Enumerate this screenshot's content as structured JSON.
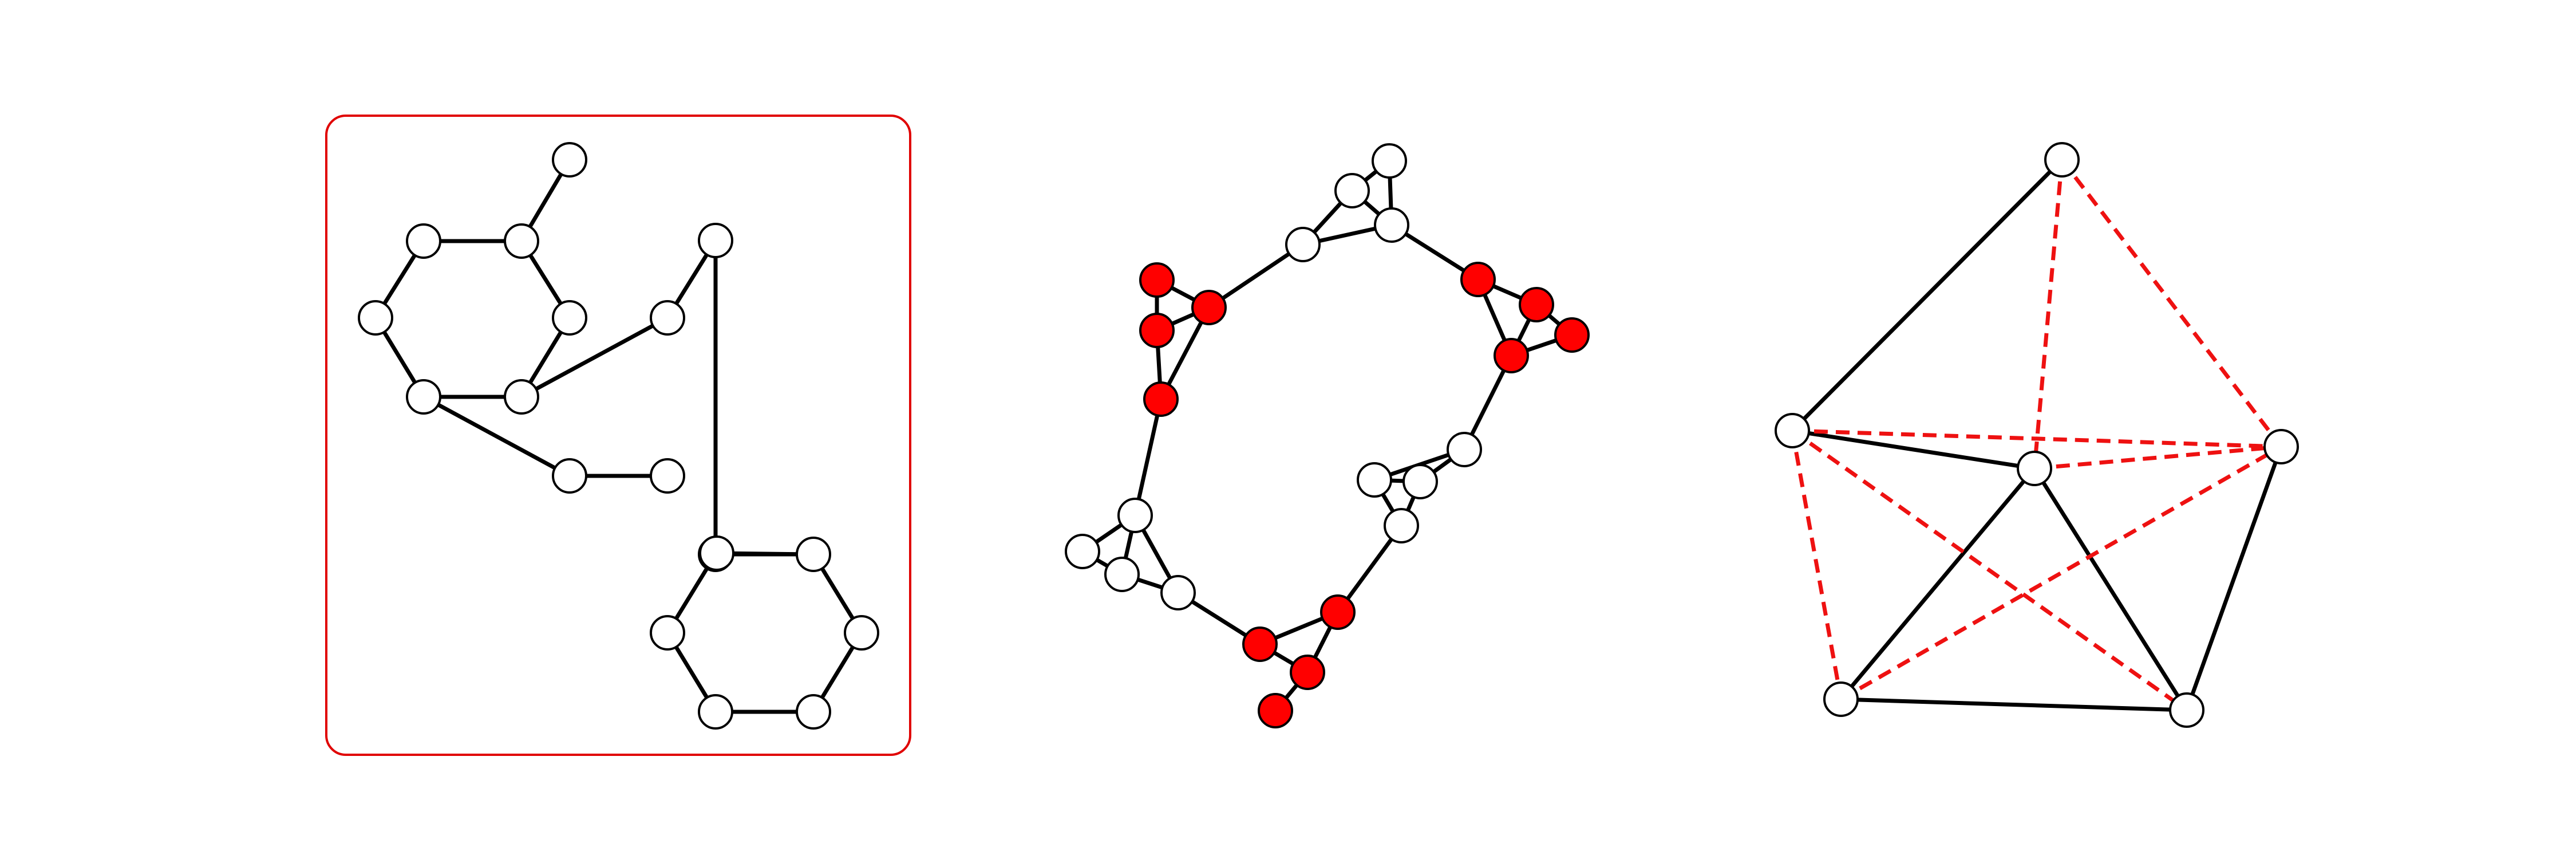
{
  "colors": {
    "background": "#ffffff",
    "edge": "#000000",
    "node_fill": "#ffffff",
    "node_stroke": "#000000",
    "highlight_fill": "#ff0000",
    "frame": "#e00000",
    "dashed_edge": "#ee1111"
  },
  "panels": [
    {
      "name": "molecule-graph",
      "framed": true,
      "nodes": [
        {
          "id": "m1",
          "highlight": false
        },
        {
          "id": "m2",
          "highlight": false
        },
        {
          "id": "m3",
          "highlight": false
        },
        {
          "id": "m4",
          "highlight": false
        },
        {
          "id": "m5",
          "highlight": false
        },
        {
          "id": "m6",
          "highlight": false
        },
        {
          "id": "m7",
          "highlight": false
        },
        {
          "id": "m8",
          "highlight": false
        },
        {
          "id": "m9",
          "highlight": false
        },
        {
          "id": "m10",
          "highlight": false
        },
        {
          "id": "m11",
          "highlight": false
        },
        {
          "id": "m12",
          "highlight": false
        },
        {
          "id": "m13",
          "highlight": false
        },
        {
          "id": "m14",
          "highlight": false
        },
        {
          "id": "m15",
          "highlight": false
        },
        {
          "id": "m16",
          "highlight": false
        },
        {
          "id": "m17",
          "highlight": false
        },
        {
          "id": "m18",
          "highlight": false
        }
      ],
      "edges": [
        [
          "m1",
          "m2"
        ],
        [
          "m2",
          "m3"
        ],
        [
          "m3",
          "m4"
        ],
        [
          "m4",
          "m5"
        ],
        [
          "m5",
          "m6"
        ],
        [
          "m6",
          "m1"
        ],
        [
          "m1",
          "m7"
        ],
        [
          "m4",
          "m8"
        ],
        [
          "m8",
          "m9"
        ],
        [
          "m5",
          "m10"
        ],
        [
          "m10",
          "m11"
        ],
        [
          "m11",
          "m12"
        ],
        [
          "m12",
          "m13"
        ],
        [
          "m13",
          "m14"
        ],
        [
          "m14",
          "m15"
        ],
        [
          "m15",
          "m16"
        ],
        [
          "m16",
          "m17"
        ],
        [
          "m17",
          "m12"
        ],
        [
          "m13",
          "m18"
        ]
      ],
      "dashed_edges": []
    },
    {
      "name": "cluster-ring-graph",
      "framed": false,
      "nodes": [
        {
          "id": "c1",
          "highlight": false
        },
        {
          "id": "c2",
          "highlight": false
        },
        {
          "id": "c3",
          "highlight": false
        },
        {
          "id": "c4",
          "highlight": false
        },
        {
          "id": "c5",
          "highlight": true
        },
        {
          "id": "c6",
          "highlight": true
        },
        {
          "id": "c7",
          "highlight": true
        },
        {
          "id": "c8",
          "highlight": true
        },
        {
          "id": "c9",
          "highlight": true
        },
        {
          "id": "c10",
          "highlight": true
        },
        {
          "id": "c11",
          "highlight": true
        },
        {
          "id": "c12",
          "highlight": true
        },
        {
          "id": "c13",
          "highlight": false
        },
        {
          "id": "c14",
          "highlight": false
        },
        {
          "id": "c15",
          "highlight": false
        },
        {
          "id": "c16",
          "highlight": false
        },
        {
          "id": "c17",
          "highlight": false
        },
        {
          "id": "c18",
          "highlight": false
        },
        {
          "id": "c19",
          "highlight": false
        },
        {
          "id": "c20",
          "highlight": false
        },
        {
          "id": "c21",
          "highlight": true
        },
        {
          "id": "c22",
          "highlight": true
        },
        {
          "id": "c23",
          "highlight": true
        },
        {
          "id": "c24",
          "highlight": true
        }
      ],
      "edges": [
        [
          "c1",
          "c2"
        ],
        [
          "c1",
          "c3"
        ],
        [
          "c2",
          "c3"
        ],
        [
          "c2",
          "c4"
        ],
        [
          "c3",
          "c4"
        ],
        [
          "c4",
          "c5"
        ],
        [
          "c5",
          "c6"
        ],
        [
          "c5",
          "c7"
        ],
        [
          "c6",
          "c7"
        ],
        [
          "c5",
          "c8"
        ],
        [
          "c7",
          "c8"
        ],
        [
          "c3",
          "c9"
        ],
        [
          "c9",
          "c10"
        ],
        [
          "c9",
          "c12"
        ],
        [
          "c10",
          "c11"
        ],
        [
          "c10",
          "c12"
        ],
        [
          "c11",
          "c12"
        ],
        [
          "c12",
          "c13"
        ],
        [
          "c13",
          "c14"
        ],
        [
          "c13",
          "c15"
        ],
        [
          "c14",
          "c15"
        ],
        [
          "c14",
          "c16"
        ],
        [
          "c15",
          "c16"
        ],
        [
          "c8",
          "c17"
        ],
        [
          "c17",
          "c18"
        ],
        [
          "c17",
          "c19"
        ],
        [
          "c17",
          "c20"
        ],
        [
          "c18",
          "c19"
        ],
        [
          "c19",
          "c20"
        ],
        [
          "c20",
          "c21"
        ],
        [
          "c21",
          "c22"
        ],
        [
          "c21",
          "c23"
        ],
        [
          "c22",
          "c23"
        ],
        [
          "c23",
          "c24"
        ],
        [
          "c16",
          "c22"
        ]
      ],
      "dashed_edges": []
    },
    {
      "name": "pentagon-graph",
      "framed": false,
      "nodes": [
        {
          "id": "p1",
          "highlight": false
        },
        {
          "id": "p2",
          "highlight": false
        },
        {
          "id": "p3",
          "highlight": false
        },
        {
          "id": "p4",
          "highlight": false
        },
        {
          "id": "p5",
          "highlight": false
        },
        {
          "id": "p6",
          "highlight": false
        }
      ],
      "edges": [
        [
          "p1",
          "p2"
        ],
        [
          "p2",
          "p3"
        ],
        [
          "p2",
          "p5"
        ]
      ],
      "dashed_edges": [
        [
          "p1",
          "p3"
        ],
        [
          "p1",
          "p4"
        ],
        [
          "p2",
          "p4"
        ]
      ]
    }
  ]
}
